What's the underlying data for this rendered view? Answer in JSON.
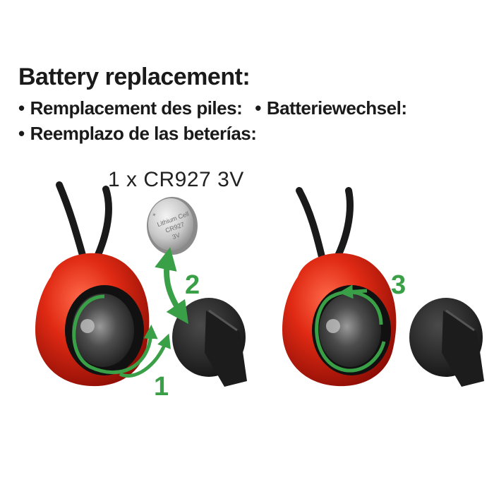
{
  "heading": {
    "title": "Battery replacement:",
    "line1_a": "Remplacement des piles:",
    "line1_b": "Batteriewechsel:",
    "line2": "Reemplazo de las beterías:",
    "bullet": "•"
  },
  "battery": {
    "label": "1 x CR927 3V",
    "coin_line1": "Lithium Cell",
    "coin_line2": "CR927",
    "coin_line3": "3V"
  },
  "steps": [
    "1",
    "2",
    "3"
  ],
  "colors": {
    "arrow_green": "#3aa047",
    "housing_red": "#d62414",
    "cap_black": "#2a2a2a"
  }
}
